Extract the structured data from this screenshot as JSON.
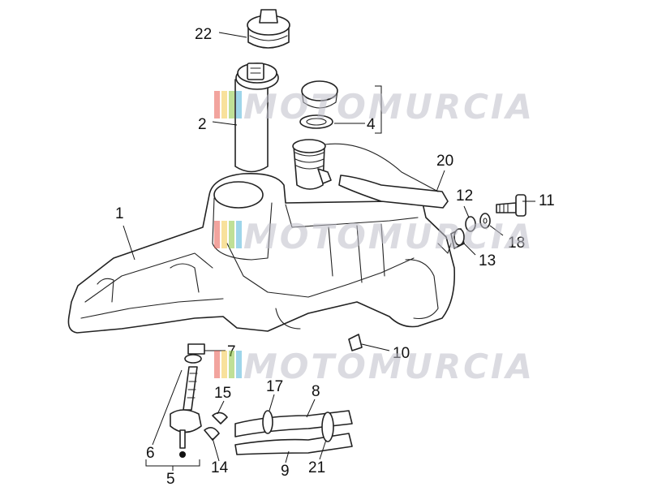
{
  "callouts": [
    {
      "id": "1",
      "label": "1"
    },
    {
      "id": "2",
      "label": "2"
    },
    {
      "id": "4",
      "label": "4"
    },
    {
      "id": "5",
      "label": "5"
    },
    {
      "id": "6",
      "label": "6"
    },
    {
      "id": "7",
      "label": "7"
    },
    {
      "id": "8",
      "label": "8"
    },
    {
      "id": "9",
      "label": "9"
    },
    {
      "id": "10",
      "label": "10"
    },
    {
      "id": "11",
      "label": "11"
    },
    {
      "id": "12",
      "label": "12"
    },
    {
      "id": "13",
      "label": "13"
    },
    {
      "id": "14",
      "label": "14"
    },
    {
      "id": "15",
      "label": "15"
    },
    {
      "id": "17",
      "label": "17"
    },
    {
      "id": "18",
      "label": "18"
    },
    {
      "id": "20",
      "label": "20"
    },
    {
      "id": "21",
      "label": "21"
    },
    {
      "id": "22",
      "label": "22"
    }
  ],
  "watermark": {
    "text": "MOTOMURCIA",
    "colors": [
      "#e85a4f",
      "#f2c84b",
      "#8cc63f",
      "#4fb3d9"
    ]
  }
}
